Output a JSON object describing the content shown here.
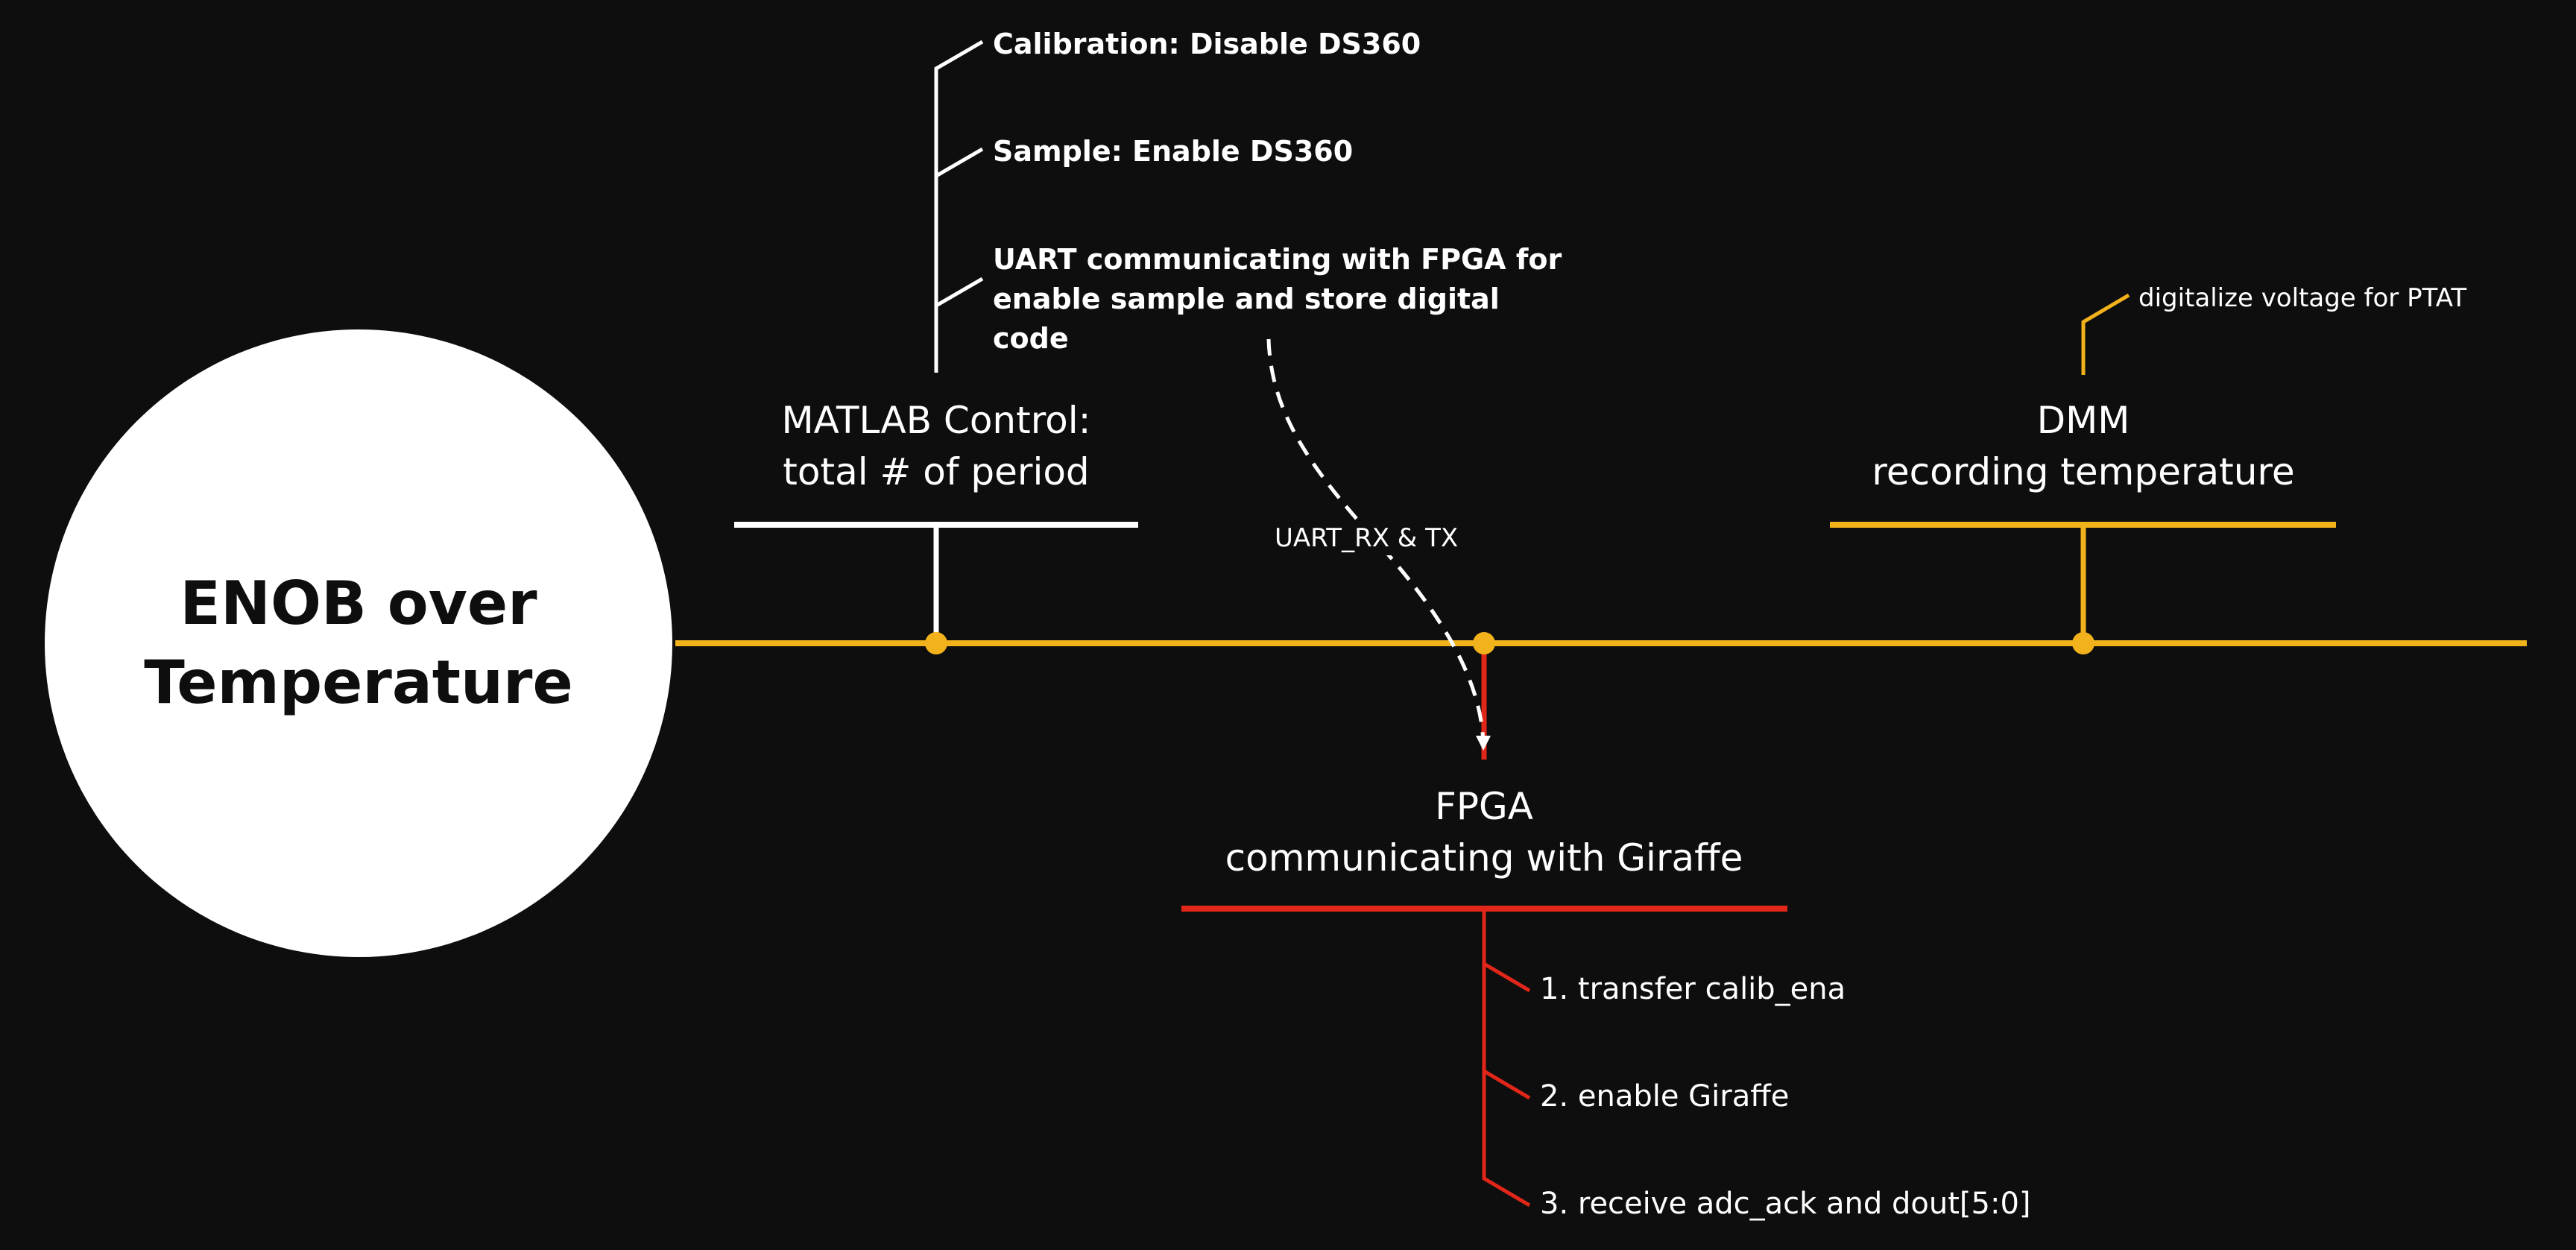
{
  "title": "ENOB over\nTemperature",
  "colors": {
    "background": "#0e0e0e",
    "timeline": "#f2b21b",
    "white": "#ffffff",
    "fpga": "#e3261a"
  },
  "matlab": {
    "heading_line1": "MATLAB Control:",
    "heading_line2": "total # of period",
    "items": [
      "Calibration: Disable DS360",
      "Sample: Enable DS360",
      "UART communicating with FPGA for enable sample and store digital code"
    ]
  },
  "uart_link_label": "UART_RX & TX",
  "dmm": {
    "heading_line1": "DMM",
    "heading_line2": "recording temperature",
    "item": "digitalize voltage for PTAT"
  },
  "fpga": {
    "heading_line1": "FPGA",
    "heading_line2": "communicating with Giraffe",
    "items": [
      "1. transfer calib_ena",
      "2. enable Giraffe",
      "3. receive adc_ack and dout[5:0]"
    ]
  }
}
